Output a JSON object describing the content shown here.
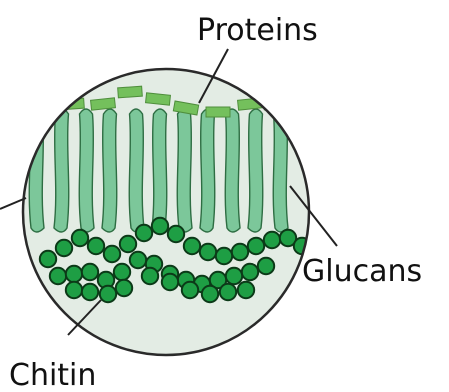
{
  "labels": {
    "proteins": "Proteins",
    "glucans": "Glucans",
    "chitin": "Chitin"
  },
  "colors": {
    "circle_fill": "#e3ece4",
    "circle_stroke": "#2a2a2a",
    "protein": "#74c05c",
    "glucan_fill": "#7cc79a",
    "glucan_stroke": "#2e6e43",
    "chitin_fill": "#1e9e44",
    "chitin_stroke": "#0c3a18",
    "leader": "#222222"
  }
}
